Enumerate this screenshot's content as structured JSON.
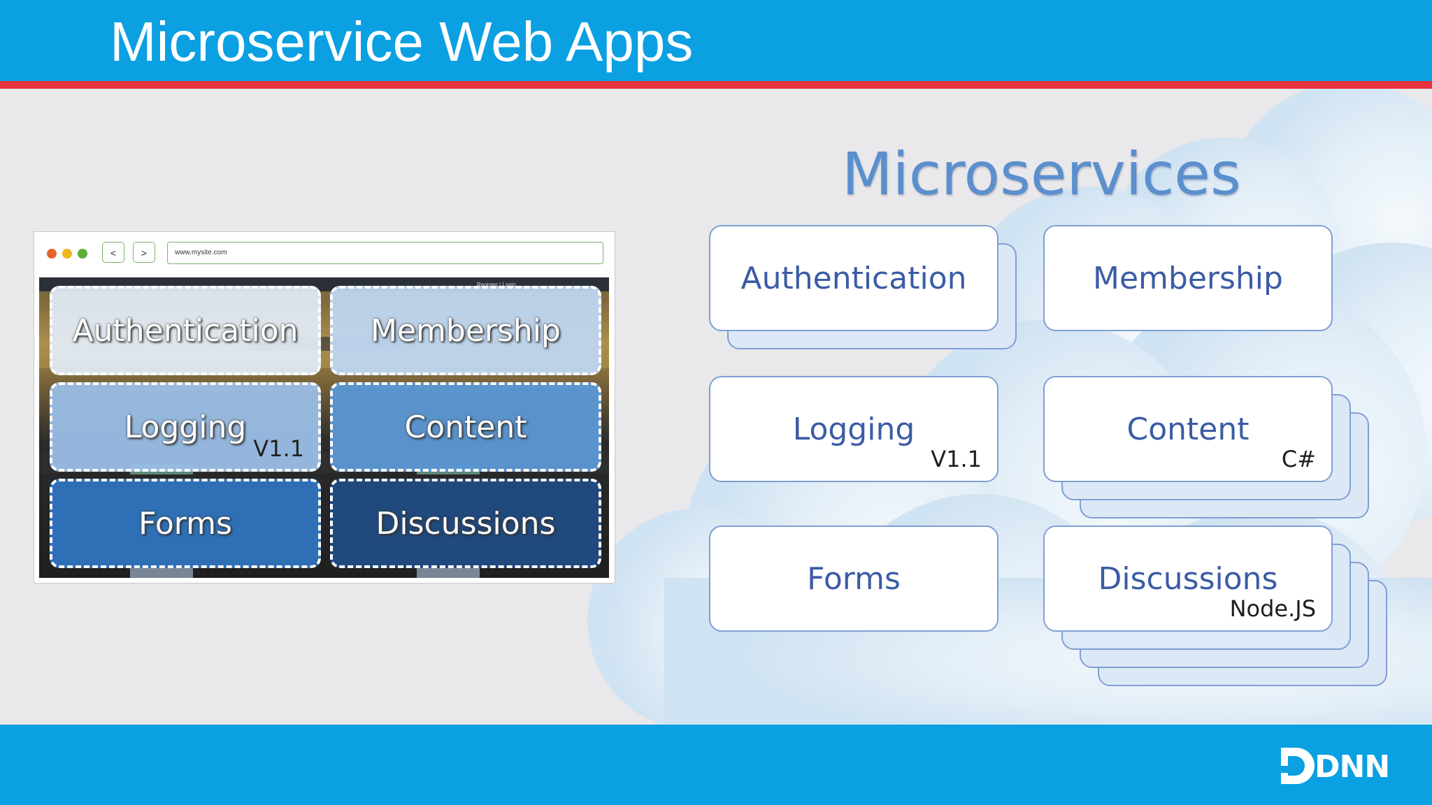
{
  "header": {
    "title": "Microservice Web Apps"
  },
  "browser": {
    "url": "www.mysite.com",
    "back_label": "<",
    "forward_label": ">",
    "site_top_text": "Register | Login",
    "tiles": [
      {
        "label": "Authentication",
        "version": ""
      },
      {
        "label": "Membership",
        "version": ""
      },
      {
        "label": "Logging",
        "version": "V1.1"
      },
      {
        "label": "Content",
        "version": ""
      },
      {
        "label": "Forms",
        "version": ""
      },
      {
        "label": "Discussions",
        "version": ""
      }
    ]
  },
  "microservices": {
    "title": "Microservices",
    "cards": [
      {
        "label": "Authentication",
        "tag": ""
      },
      {
        "label": "Membership",
        "tag": ""
      },
      {
        "label": "Logging",
        "tag": "V1.1"
      },
      {
        "label": "Content",
        "tag": "C#"
      },
      {
        "label": "Forms",
        "tag": ""
      },
      {
        "label": "Discussions",
        "tag": "Node.JS"
      }
    ]
  },
  "footer": {
    "logo_text": "DNN"
  },
  "colors": {
    "header_blue": "#0aa0e2",
    "accent_red": "#e5323e",
    "card_text": "#3b5ba5",
    "card_border": "#7f9fd4",
    "title_blue": "#5b8fcd"
  }
}
